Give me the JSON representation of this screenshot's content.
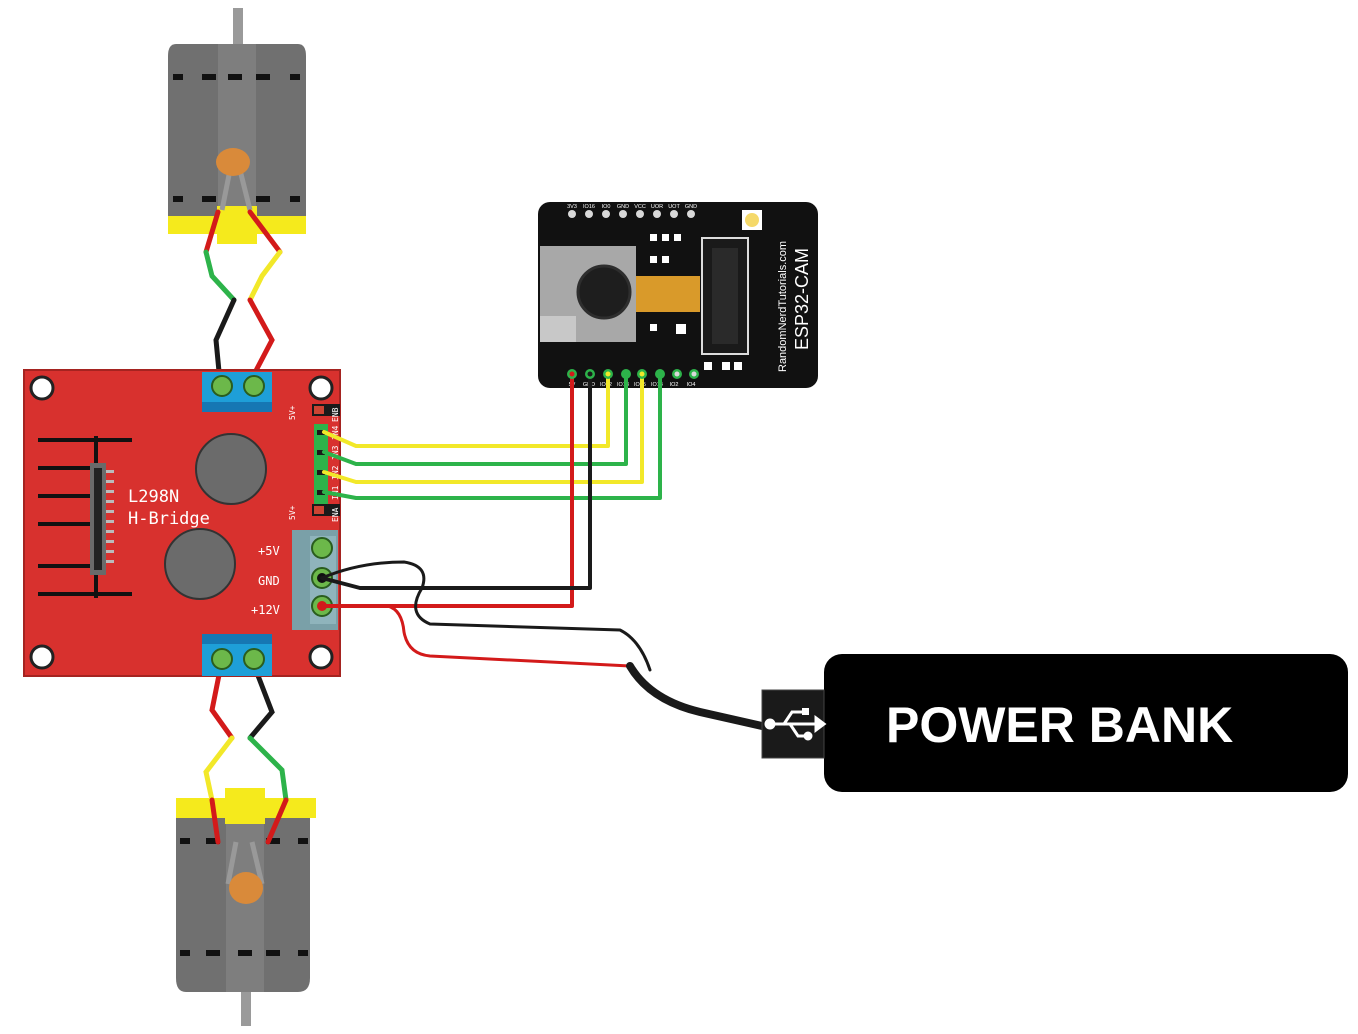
{
  "driver": {
    "chip_label": "L298N",
    "type_label": "H-Bridge",
    "pin_5v": "+5V",
    "pin_gnd": "GND",
    "pin_12v": "+12V",
    "jumper_5v": "5V+",
    "pin_enb": "ENB",
    "pin_ena": "ENA",
    "pin_in4": "IN4",
    "pin_in3": "IN3",
    "pin_in2": "IN2",
    "pin_in1": "IN1"
  },
  "camera": {
    "title": "ESP32-CAM",
    "brand": "RandomNerdTutorials.com",
    "top_pins": [
      "3V3",
      "IO16",
      "IO0",
      "GND",
      "VCC",
      "UOR",
      "UOT",
      "GND"
    ],
    "bottom_pins": [
      "5V",
      "GND",
      "IO12",
      "IO13",
      "IO15",
      "IO14",
      "IO2",
      "IO4"
    ]
  },
  "power_bank": {
    "label": "POWER BANK",
    "connector_icon": "usb-icon"
  },
  "colors": {
    "board_red": "#d8312e",
    "terminal_blue": "#1e9fd8",
    "wire_yellow": "#f2e829",
    "wire_green": "#2db34a",
    "wire_red": "#d31a1a",
    "wire_black": "#1a1a1a"
  }
}
